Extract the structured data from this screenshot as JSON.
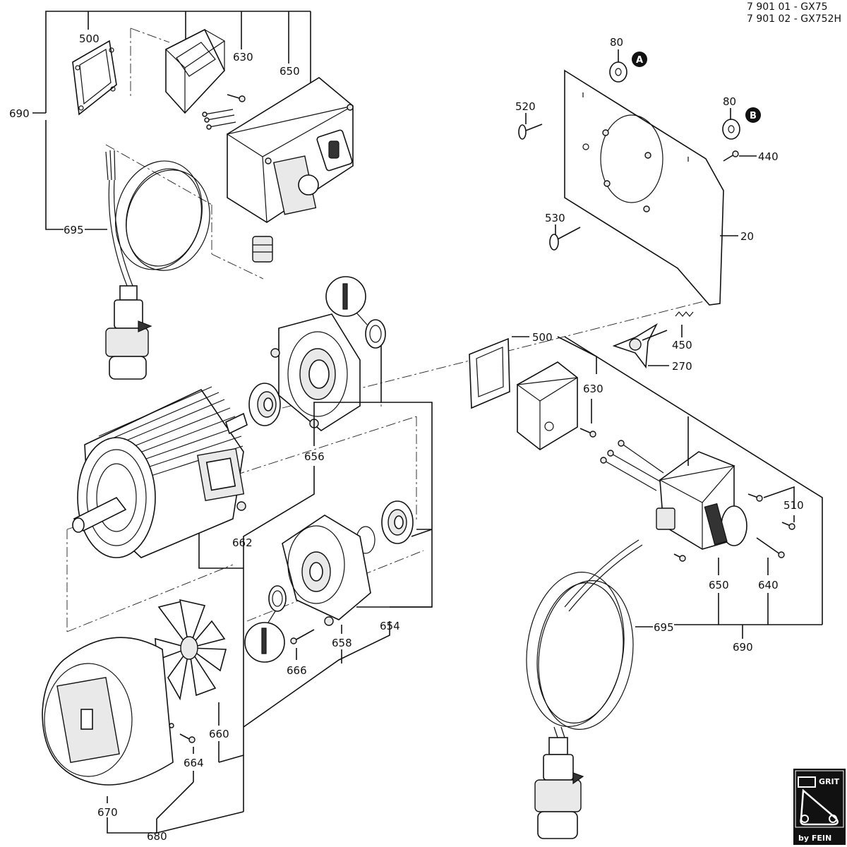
{
  "header": {
    "models": [
      "7 901 01 - GX75",
      "7 901 02 - GX752H"
    ]
  },
  "markers": {
    "a": "A",
    "b": "B"
  },
  "parts": {
    "p500a": "500",
    "p630a": "630",
    "p650a": "650",
    "p690a": "690",
    "p695a": "695",
    "p80a": "80",
    "p80b": "80",
    "p520": "520",
    "p440": "440",
    "p530": "530",
    "p20": "20",
    "p450": "450",
    "p270": "270",
    "p500b": "500",
    "p630b": "630",
    "p656": "656",
    "p662": "662",
    "p510": "510",
    "p650b": "650",
    "p640": "640",
    "p654": "654",
    "p658": "658",
    "p666": "666",
    "p660": "660",
    "p664": "664",
    "p670": "670",
    "p680": "680",
    "p695b": "695",
    "p690b": "690"
  },
  "logo": {
    "top": "GRIT",
    "bottom": "by FEIN"
  }
}
